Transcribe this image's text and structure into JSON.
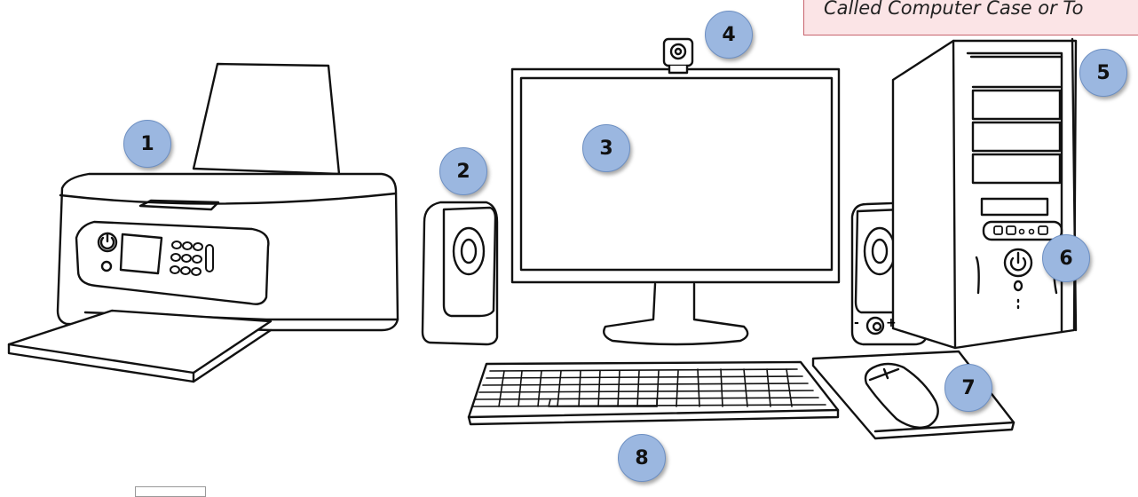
{
  "callout": {
    "text": "Called Computer Case or To"
  },
  "badges": [
    {
      "label": "1",
      "part": "printer"
    },
    {
      "label": "2",
      "part": "speaker"
    },
    {
      "label": "3",
      "part": "monitor"
    },
    {
      "label": "4",
      "part": "webcam"
    },
    {
      "label": "5",
      "part": "computer-case"
    },
    {
      "label": "6",
      "part": "power-button"
    },
    {
      "label": "7",
      "part": "mouse"
    },
    {
      "label": "8",
      "part": "keyboard"
    }
  ],
  "colors": {
    "badge_fill": "#9bb7e0",
    "badge_border": "#6d8fc2",
    "callout_fill": "#fbe4e6",
    "callout_border": "#c8646e",
    "outline": "#111111"
  },
  "controls": {
    "volume_minus": "-",
    "volume_plus": "+"
  }
}
